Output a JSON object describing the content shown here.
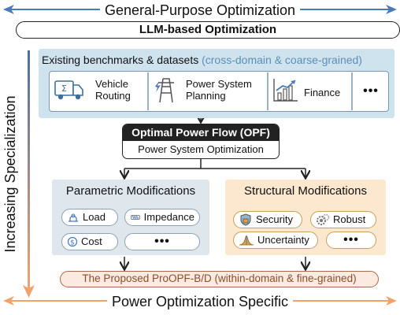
{
  "top_title": "General-Purpose Optimization",
  "llm_box": "LLM-based Optimization",
  "left_axis": "Increasing Specialization",
  "benchmarks": {
    "title_main": "Existing benchmarks & datasets",
    "title_highlight": "(cross-domain & coarse-grained)",
    "items": [
      {
        "label": "Vehicle Routing",
        "icon": "truck-icon"
      },
      {
        "label": "Power System Planning",
        "icon": "power-tower-icon"
      },
      {
        "label": "Finance",
        "icon": "finance-chart-icon"
      },
      {
        "label": "•••",
        "icon": "more-dots"
      }
    ]
  },
  "opf": {
    "title": "Optimal Power Flow (OPF)",
    "subtitle": "Power System Optimization"
  },
  "parametric": {
    "title": "Parametric Modifications",
    "items": [
      "Load",
      "Impedance",
      "Cost",
      "•••"
    ]
  },
  "structural": {
    "title": "Structural Modifications",
    "items": [
      "Security",
      "Robust",
      "Uncertainty",
      "•••"
    ]
  },
  "proposed": "The Proposed ProOPF-B/D (within-domain & fine-grained)",
  "bottom_title": "Power Optimization Specific",
  "colors": {
    "top_arrow": "#4a7ab7",
    "bottom_arrow": "#f2a36d",
    "bench_bg": "#cfe3ee",
    "param_bg": "#dfe6ec",
    "struct_bg": "#fbe8cf",
    "proposed_border": "#a9694a"
  }
}
